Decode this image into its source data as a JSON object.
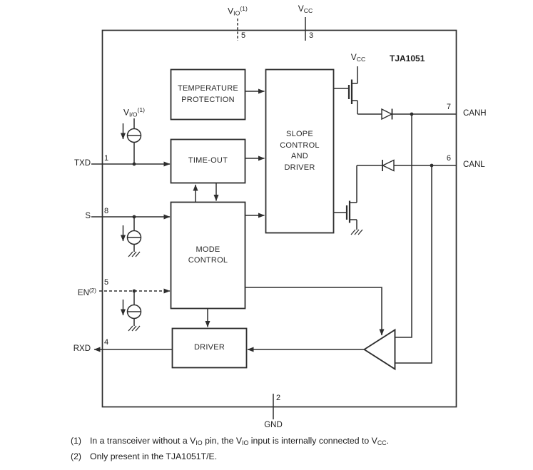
{
  "colors": {
    "line": "#2e2e2e",
    "text": "#202020",
    "background": "#ffffff"
  },
  "chip_title": "TJA1051",
  "top_pins": {
    "vio": {
      "base": "V",
      "sub": "IO",
      "sup": "(1)",
      "pin": "5"
    },
    "vcc": {
      "base": "V",
      "sub": "CC",
      "pin": "3"
    }
  },
  "inner_labels": {
    "vcc": {
      "base": "V",
      "sub": "CC"
    },
    "vio_source": {
      "base": "V",
      "sub": "I/O",
      "sup": "(1)"
    }
  },
  "left_pins": [
    {
      "label": "TXD",
      "pin": "1"
    },
    {
      "label": "S",
      "pin": "8"
    },
    {
      "label": "EN",
      "sup": "(2)",
      "pin": "5"
    },
    {
      "label": "RXD",
      "pin": "4"
    }
  ],
  "right_pins": [
    {
      "label": "CANH",
      "pin": "7"
    },
    {
      "label": "CANL",
      "pin": "6"
    }
  ],
  "bottom_pin": {
    "label": "GND",
    "pin": "2"
  },
  "blocks": {
    "temperature_protection": {
      "line1": "TEMPERATURE",
      "line2": "PROTECTION"
    },
    "time_out": {
      "line1": "TIME-OUT"
    },
    "mode_control": {
      "line1": "MODE",
      "line2": "CONTROL"
    },
    "driver": {
      "line1": "DRIVER"
    },
    "slope": {
      "line1": "SLOPE",
      "line2": "CONTROL",
      "line3": "AND",
      "line4": "DRIVER"
    }
  },
  "footnotes": [
    {
      "num": "(1)",
      "t1": "In a transceiver without a V",
      "s1": "IO",
      "t2": " pin, the V",
      "s2": "IO",
      "t3": " input is internally connected to V",
      "s3": "CC",
      "t4": "."
    },
    {
      "num": "(2)",
      "t1": "Only present in the TJA1051T/E."
    }
  ]
}
